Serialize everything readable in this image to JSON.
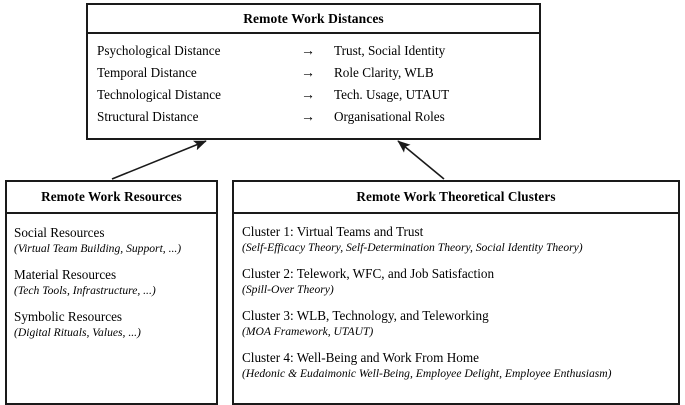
{
  "diagram": {
    "type": "conceptual-framework",
    "top_box": {
      "title": "Remote Work Distances",
      "rows": [
        {
          "source": "Psychological Distance",
          "arrow": "→",
          "target": "Trust, Social Identity"
        },
        {
          "source": "Temporal Distance",
          "arrow": "→",
          "target": "Role Clarity, WLB"
        },
        {
          "source": "Technological Distance",
          "arrow": "→",
          "target": "Tech. Usage, UTAUT"
        },
        {
          "source": "Structural Distance",
          "arrow": "→",
          "target": "Organisational Roles"
        }
      ]
    },
    "left_box": {
      "title": "Remote Work Resources",
      "entries": [
        {
          "title": "Social Resources",
          "sub": "(Virtual Team Building, Support, ...)"
        },
        {
          "title": "Material Resources",
          "sub": "(Tech Tools, Infrastructure, ...)"
        },
        {
          "title": "Symbolic Resources",
          "sub": "(Digital Rituals, Values, ...)"
        }
      ]
    },
    "right_box": {
      "title": "Remote Work Theoretical Clusters",
      "entries": [
        {
          "title": "Cluster 1: Virtual Teams and Trust",
          "sub": "(Self-Efficacy Theory, Self-Determination Theory, Social Identity Theory)"
        },
        {
          "title": "Cluster 2: Telework, WFC, and Job Satisfaction",
          "sub": "(Spill-Over Theory)"
        },
        {
          "title": "Cluster 3: WLB, Technology, and Teleworking",
          "sub": "(MOA Framework, UTAUT)"
        },
        {
          "title": "Cluster 4: Well-Being and Work From Home",
          "sub": "(Hedonic & Eudaimonic Well-Being, Employee Delight, Employee Enthusiasm)"
        }
      ]
    },
    "connectors": [
      {
        "name": "resources-to-distances",
        "from": "left_box",
        "to": "top_box"
      },
      {
        "name": "clusters-to-distances",
        "from": "right_box",
        "to": "top_box"
      }
    ],
    "colors": {
      "stroke": "#1a1a1a",
      "background": "#ffffff",
      "text": "#000000"
    }
  }
}
